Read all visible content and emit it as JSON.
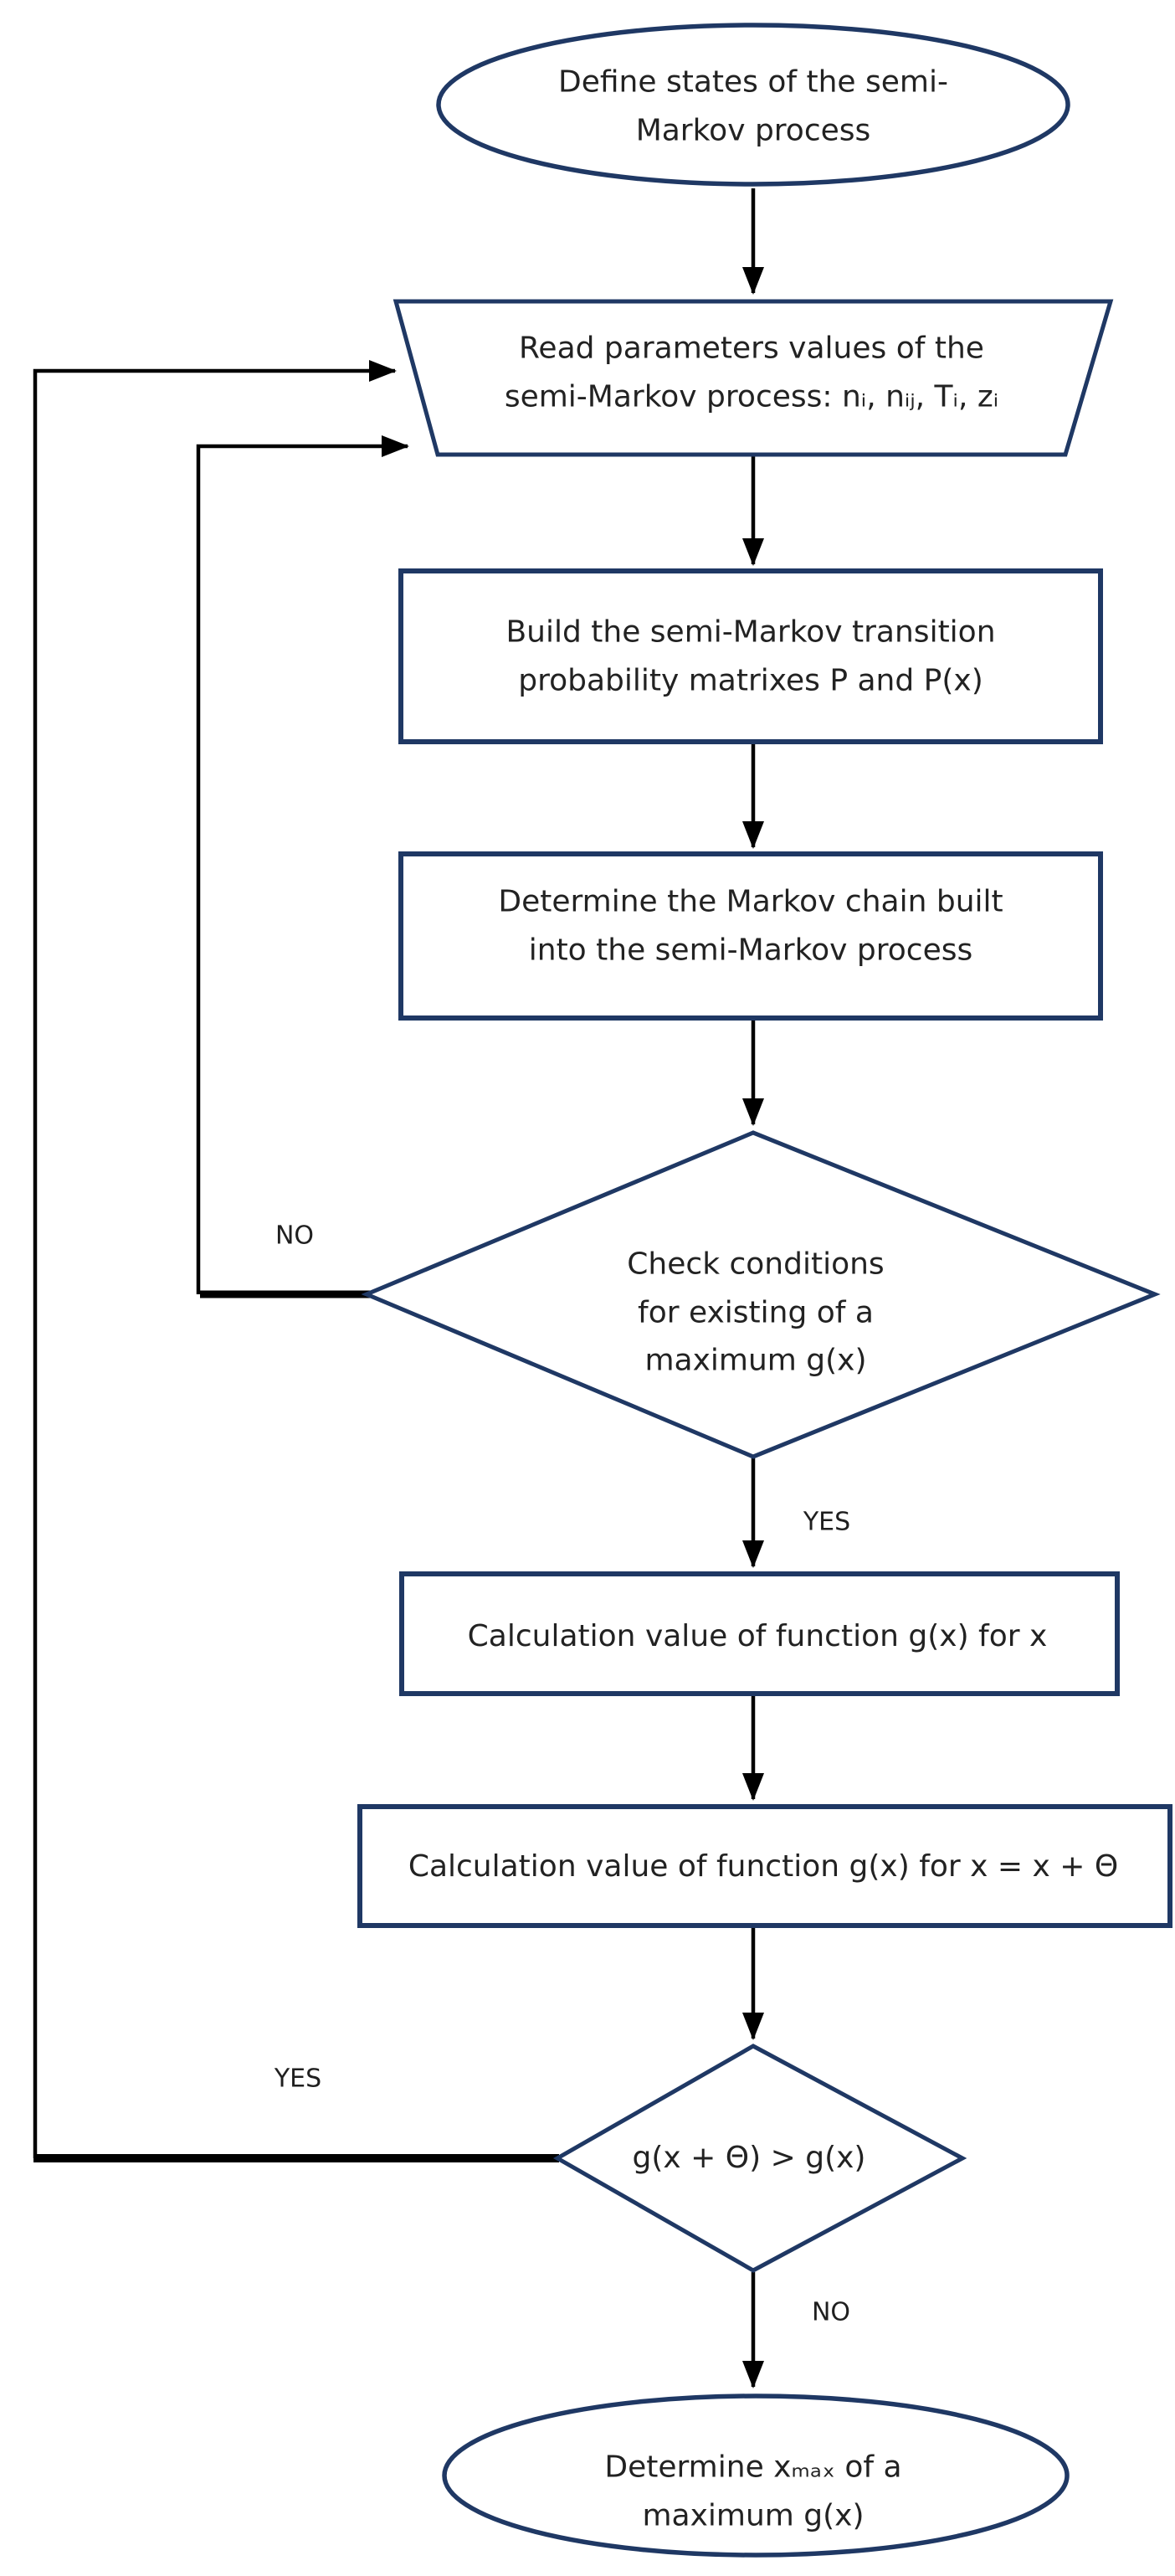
{
  "flowchart": {
    "nodes": {
      "start": {
        "shape": "ellipse",
        "text": "Define states of the semi-\nMarkov process"
      },
      "read_parameters": {
        "shape": "trapezoid",
        "text": "Read parameters values of the\nsemi-Markov process: nᵢ, nᵢⱼ, Tᵢ, zᵢ"
      },
      "build_matrices": {
        "shape": "process",
        "text": "Build the semi-Markov transition\nprobability matrixes P and P(x)"
      },
      "determine_chain": {
        "shape": "process",
        "text": "Determine the Markov chain built\ninto the semi-Markov process"
      },
      "check_conditions": {
        "shape": "decision",
        "text": "Check conditions\nfor existing of a\nmaximum g(x)"
      },
      "calc_g": {
        "shape": "process",
        "text": "Calculation value of function g(x) for x"
      },
      "calc_g_theta": {
        "shape": "process",
        "text": "Calculation value of function g(x) for x = x + Θ"
      },
      "compare_g": {
        "shape": "decision",
        "text": "g(x + Θ) > g(x)"
      },
      "end": {
        "shape": "ellipse",
        "text": "Determine xₘₐₓ of a\nmaximum g(x)"
      }
    },
    "edge_labels": {
      "check_no": "NO",
      "check_yes": "YES",
      "compare_yes": "YES",
      "compare_no": "NO"
    },
    "colors": {
      "shape_border": "#1f3864",
      "connector": "#000000",
      "text": "#222222",
      "background": "#ffffff"
    }
  }
}
